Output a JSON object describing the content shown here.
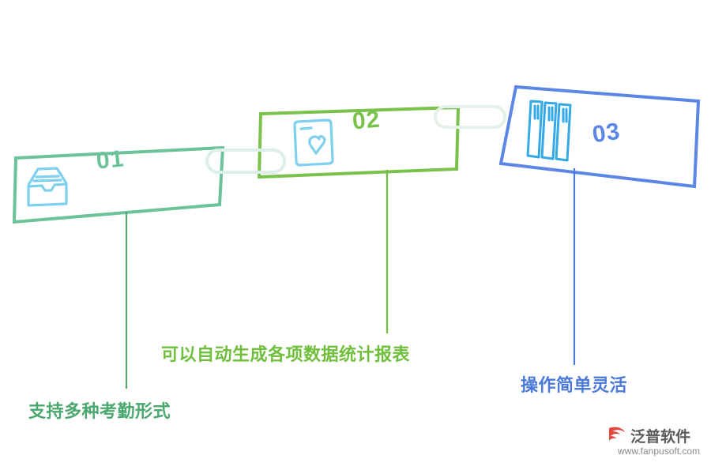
{
  "diagram": {
    "type": "process-steps",
    "steps": [
      {
        "number": "01",
        "caption": "支持多种考勤形式",
        "icon": "inbox-tray-icon",
        "color": "#6cc39a",
        "caption_color": "#4aa86f"
      },
      {
        "number": "02",
        "caption": "可以自动生成各项数据统计报表",
        "icon": "mobile-heart-icon",
        "color": "#79c24b",
        "caption_color": "#6fbf3c"
      },
      {
        "number": "03",
        "caption": "操作简单灵活",
        "icon": "three-binders-icon",
        "color": "#5b86e5",
        "caption_color": "#4a79d8"
      }
    ],
    "connectors": [
      {
        "name": "connector-01-02",
        "color": "#dff0ea"
      },
      {
        "name": "connector-02-03",
        "color": "#e4f1e6"
      }
    ]
  },
  "watermark": {
    "brand": "泛普软件",
    "url": "www.fanpusoft.com",
    "logo_color": "#e8453c"
  }
}
